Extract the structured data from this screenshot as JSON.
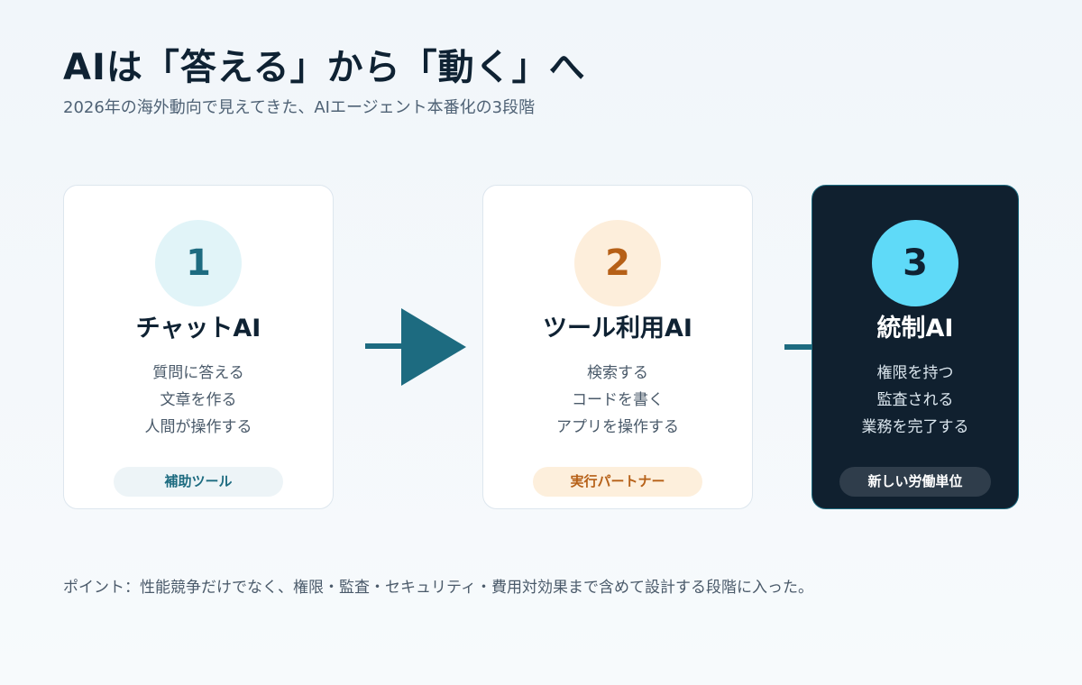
{
  "header": {
    "title": "AIは「答える」から「動く」へ",
    "subtitle": "2026年の海外動向で見えてきた、AIエージェント本番化の3段階"
  },
  "stages": [
    {
      "number": "1",
      "title": "チャットAI",
      "items": [
        "質問に答える",
        "文章を作る",
        "人間が操作する"
      ],
      "tag": "補助ツール"
    },
    {
      "number": "2",
      "title": "ツール利用AI",
      "items": [
        "検索する",
        "コードを書く",
        "アプリを操作する"
      ],
      "tag": "実行パートナー"
    },
    {
      "number": "3",
      "title": "統制AI",
      "items": [
        "権限を持つ",
        "監査される",
        "業務を完了する"
      ],
      "tag": "新しい労働単位"
    }
  ],
  "footer": {
    "point": "ポイント：性能競争だけでなく、権限・監査・セキュリティ・費用対効果まで含めて設計する段階に入った。"
  },
  "colors": {
    "accent_teal": "#1d6b80",
    "accent_orange": "#b66017",
    "dark_card": "#10202f",
    "cyan": "#5fdaf8"
  }
}
